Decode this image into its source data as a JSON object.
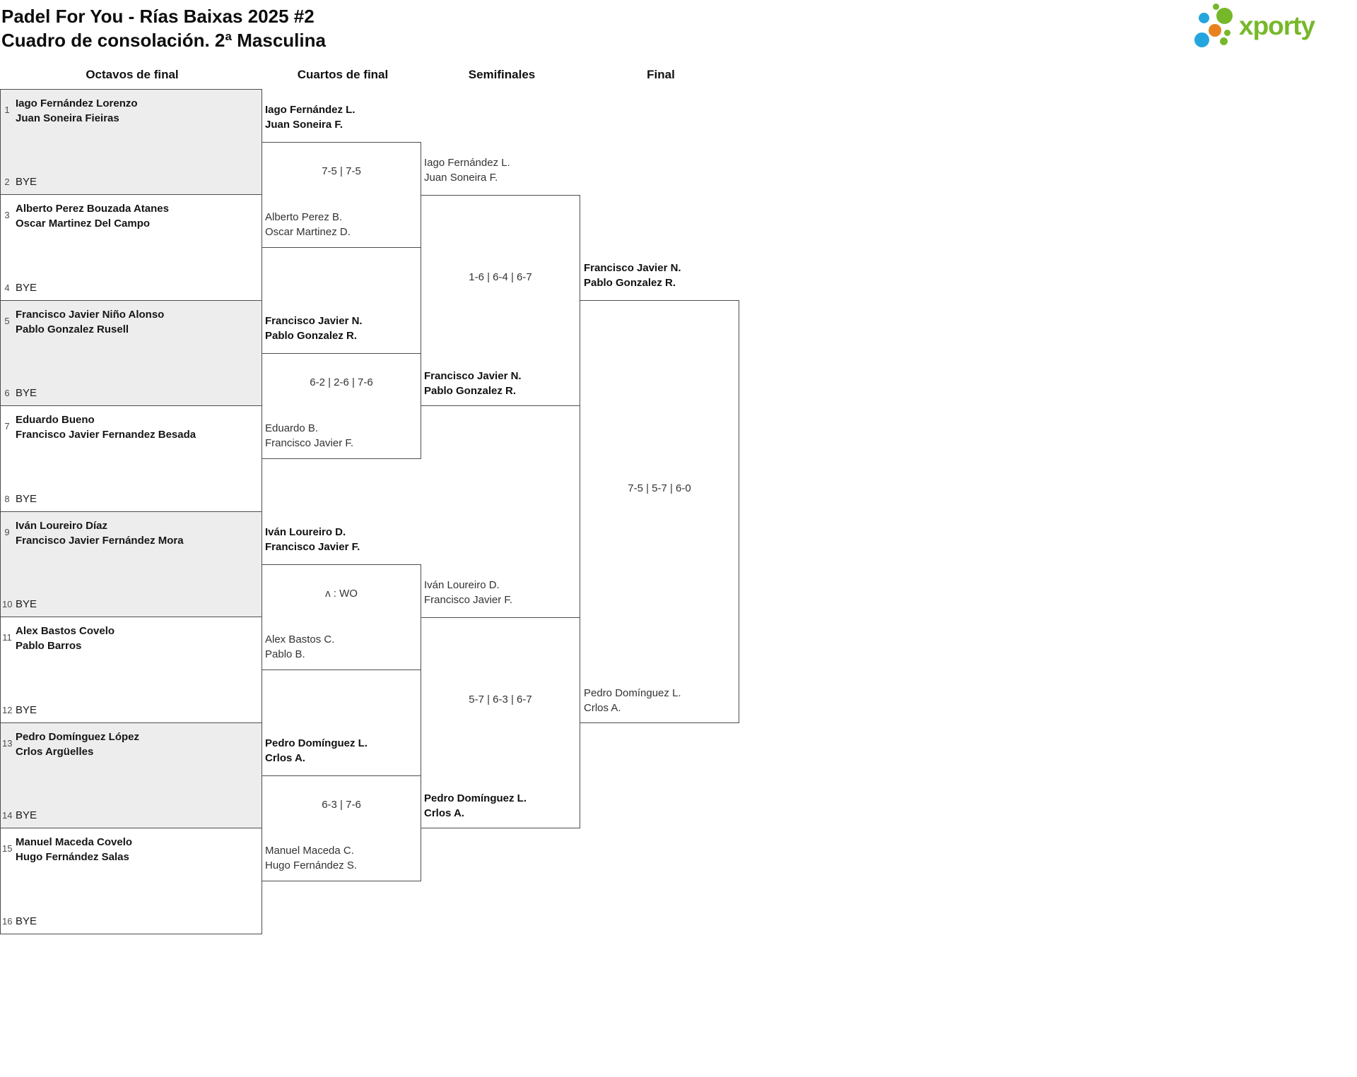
{
  "page": {
    "title_line1": "Padel For You - Rías Baixas 2025 #2",
    "title_line2": "Cuadro de consolación. 2ª Masculina"
  },
  "logo": {
    "text": "xporty",
    "green": "#76b82a",
    "blue": "#25a5de",
    "orange": "#e8821e"
  },
  "rounds": [
    "Octavos de final",
    "Cuartos de final",
    "Semifinales",
    "Final"
  ],
  "r16": [
    {
      "seed": "1",
      "line1": "Iago Fernández Lorenzo",
      "line2": "Juan Soneira Fieiras",
      "bye_seed": "2",
      "bye": "BYE"
    },
    {
      "seed": "3",
      "line1": "Alberto Perez Bouzada Atanes",
      "line2": "Oscar Martinez Del Campo",
      "bye_seed": "4",
      "bye": "BYE"
    },
    {
      "seed": "5",
      "line1": "Francisco Javier Niño Alonso",
      "line2": "Pablo Gonzalez Rusell",
      "bye_seed": "6",
      "bye": "BYE"
    },
    {
      "seed": "7",
      "line1": "Eduardo Bueno",
      "line2": "Francisco Javier Fernandez Besada",
      "bye_seed": "8",
      "bye": "BYE"
    },
    {
      "seed": "9",
      "line1": "Iván Loureiro Díaz",
      "line2": "Francisco Javier Fernández Mora",
      "bye_seed": "10",
      "bye": "BYE"
    },
    {
      "seed": "11",
      "line1": "Alex Bastos Covelo",
      "line2": "Pablo Barros",
      "bye_seed": "12",
      "bye": "BYE"
    },
    {
      "seed": "13",
      "line1": "Pedro Domínguez López",
      "line2": "Crlos Argüelles",
      "bye_seed": "14",
      "bye": "BYE"
    },
    {
      "seed": "15",
      "line1": "Manuel Maceda Covelo",
      "line2": "Hugo Fernández Salas",
      "bye_seed": "16",
      "bye": "BYE"
    }
  ],
  "qf": [
    {
      "team_top": [
        "Iago Fernández L.",
        "Juan Soneira F."
      ],
      "score": "7-5 | 7-5",
      "team_bottom": [
        "Alberto Perez B.",
        "Oscar Martinez D."
      ]
    },
    {
      "team_top": [
        "Francisco Javier N.",
        "Pablo Gonzalez R."
      ],
      "score": "6-2 | 2-6 | 7-6",
      "team_bottom": [
        "Eduardo B.",
        "Francisco Javier F."
      ]
    },
    {
      "team_top": [
        "Iván Loureiro D.",
        "Francisco Javier F."
      ],
      "score": "ʌ : WO",
      "team_bottom": [
        "Alex Bastos C.",
        "Pablo B."
      ]
    },
    {
      "team_top": [
        "Pedro Domínguez L.",
        "Crlos A."
      ],
      "score": "6-3 | 7-6",
      "team_bottom": [
        "Manuel Maceda C.",
        "Hugo Fernández S."
      ]
    }
  ],
  "sf": [
    {
      "team_top": [
        "Iago Fernández L.",
        "Juan Soneira F."
      ],
      "score": "1-6 | 6-4 | 6-7",
      "team_bottom": [
        "Francisco Javier N.",
        "Pablo Gonzalez R."
      ]
    },
    {
      "team_top": [
        "Iván Loureiro D.",
        "Francisco Javier F."
      ],
      "score": "5-7 | 6-3 | 6-7",
      "team_bottom": [
        "Pedro Domínguez L.",
        "Crlos A."
      ]
    }
  ],
  "final": {
    "team_top": [
      "Francisco Javier N.",
      "Pablo Gonzalez R."
    ],
    "score": "7-5 | 5-7 | 6-0",
    "team_bottom": [
      "Pedro Domínguez L.",
      "Crlos A."
    ]
  }
}
